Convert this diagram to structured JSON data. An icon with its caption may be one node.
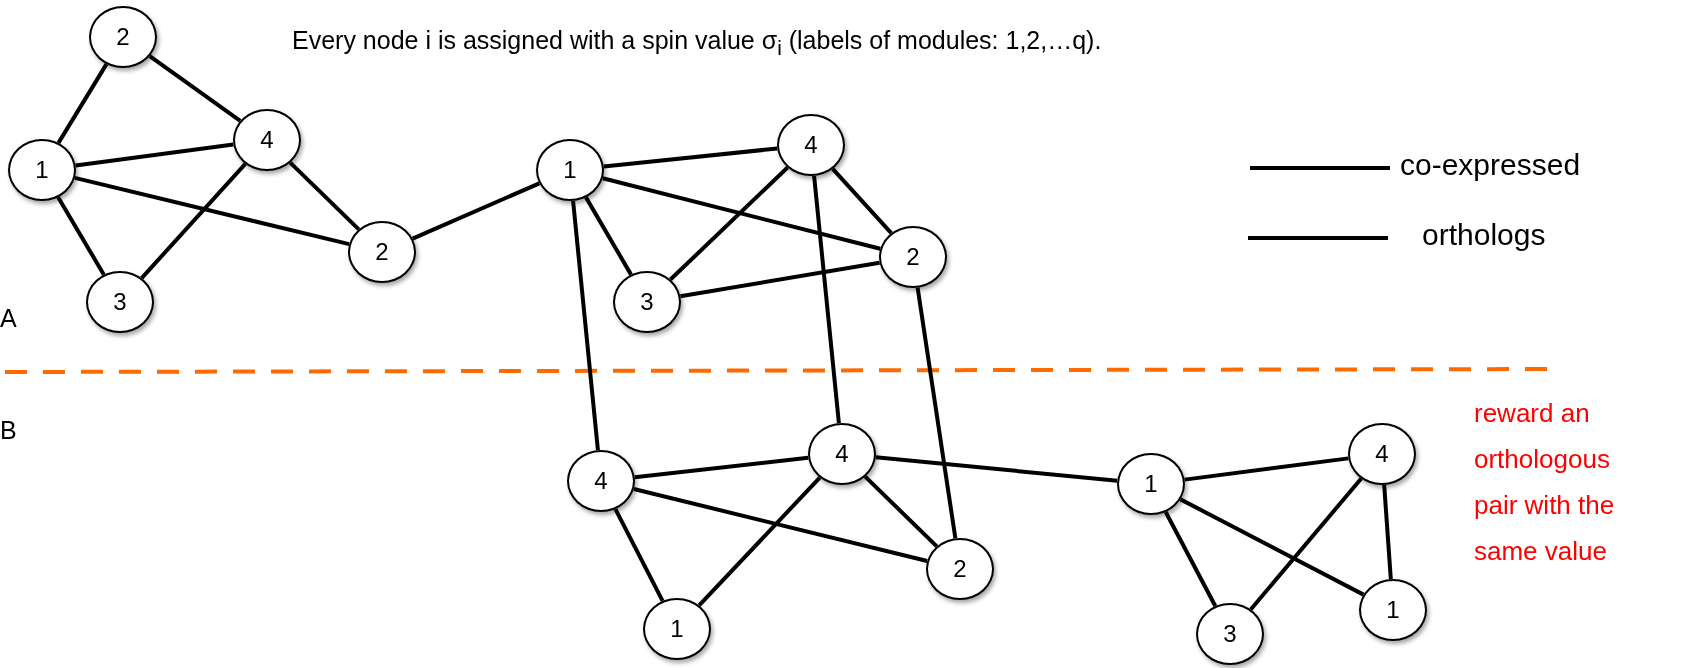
{
  "diagram": {
    "title": "Every node i is assigned with a spin value σ$_{i}$ (labels of modules: 1,2,…q).",
    "nodes": [
      {
        "text": [
          "2"
        ]
      },
      {
        "text": [
          "1"
        ]
      },
      {
        "text": [
          "4"
        ]
      },
      {
        "text": [
          "3"
        ]
      },
      {
        "text": [
          "2"
        ]
      },
      {
        "text": [
          "1"
        ]
      },
      {
        "text": [
          "4"
        ]
      },
      {
        "text": [
          "2"
        ]
      },
      {
        "text": [
          "3"
        ]
      },
      {
        "text": [
          "4"
        ]
      },
      {
        "text": [
          "4"
        ]
      },
      {
        "text": [
          "1"
        ]
      },
      {
        "text": [
          "2"
        ]
      },
      {
        "text": [
          "1"
        ]
      },
      {
        "text": [
          "4"
        ]
      },
      {
        "text": [
          "3"
        ]
      },
      {
        "text": [
          "1"
        ]
      }
    ],
    "edges": [
      {
        "from": 1,
        "to": 0,
        "arrow": "none"
      },
      {
        "from": 0,
        "to": 2,
        "arrow": "none"
      },
      {
        "from": 1,
        "to": 2,
        "arrow": "none"
      },
      {
        "from": 1,
        "to": 4,
        "arrow": "none"
      },
      {
        "from": 1,
        "to": 3,
        "arrow": "none"
      },
      {
        "from": 2,
        "to": 3,
        "arrow": "none"
      },
      {
        "from": 2,
        "to": 4,
        "arrow": "none"
      },
      {
        "from": 4,
        "to": 5,
        "arrow": "none"
      },
      {
        "from": 5,
        "to": 6,
        "arrow": "none"
      },
      {
        "from": 5,
        "to": 7,
        "arrow": "none"
      },
      {
        "from": 5,
        "to": 8,
        "arrow": "none"
      },
      {
        "from": 6,
        "to": 8,
        "arrow": "none"
      },
      {
        "from": 6,
        "to": 7,
        "arrow": "none"
      },
      {
        "from": 8,
        "to": 7,
        "arrow": "none"
      },
      {
        "from": 5,
        "to": 9,
        "arrow": "none"
      },
      {
        "from": 6,
        "to": 10,
        "arrow": "none"
      },
      {
        "from": 7,
        "to": 12,
        "arrow": "none"
      },
      {
        "from": 9,
        "to": 10,
        "arrow": "none"
      },
      {
        "from": 9,
        "to": 12,
        "arrow": "none"
      },
      {
        "from": 9,
        "to": 11,
        "arrow": "none"
      },
      {
        "from": 10,
        "to": 11,
        "arrow": "none"
      },
      {
        "from": 10,
        "to": 12,
        "arrow": "none"
      },
      {
        "from": 10,
        "to": 13,
        "arrow": "none"
      },
      {
        "from": 13,
        "to": 14,
        "arrow": "none"
      },
      {
        "from": 13,
        "to": 15,
        "arrow": "none"
      },
      {
        "from": 13,
        "to": 16,
        "arrow": "none"
      },
      {
        "from": 14,
        "to": 15,
        "arrow": "none"
      },
      {
        "from": 14,
        "to": 16,
        "arrow": "none"
      }
    ],
    "labels": [
      "A",
      "B",
      "reward an orthologous pair with the same value"
    ],
    "legend": [
      {
        "text": "co-expressed"
      },
      {
        "text": "orthologs"
      }
    ]
  }
}
